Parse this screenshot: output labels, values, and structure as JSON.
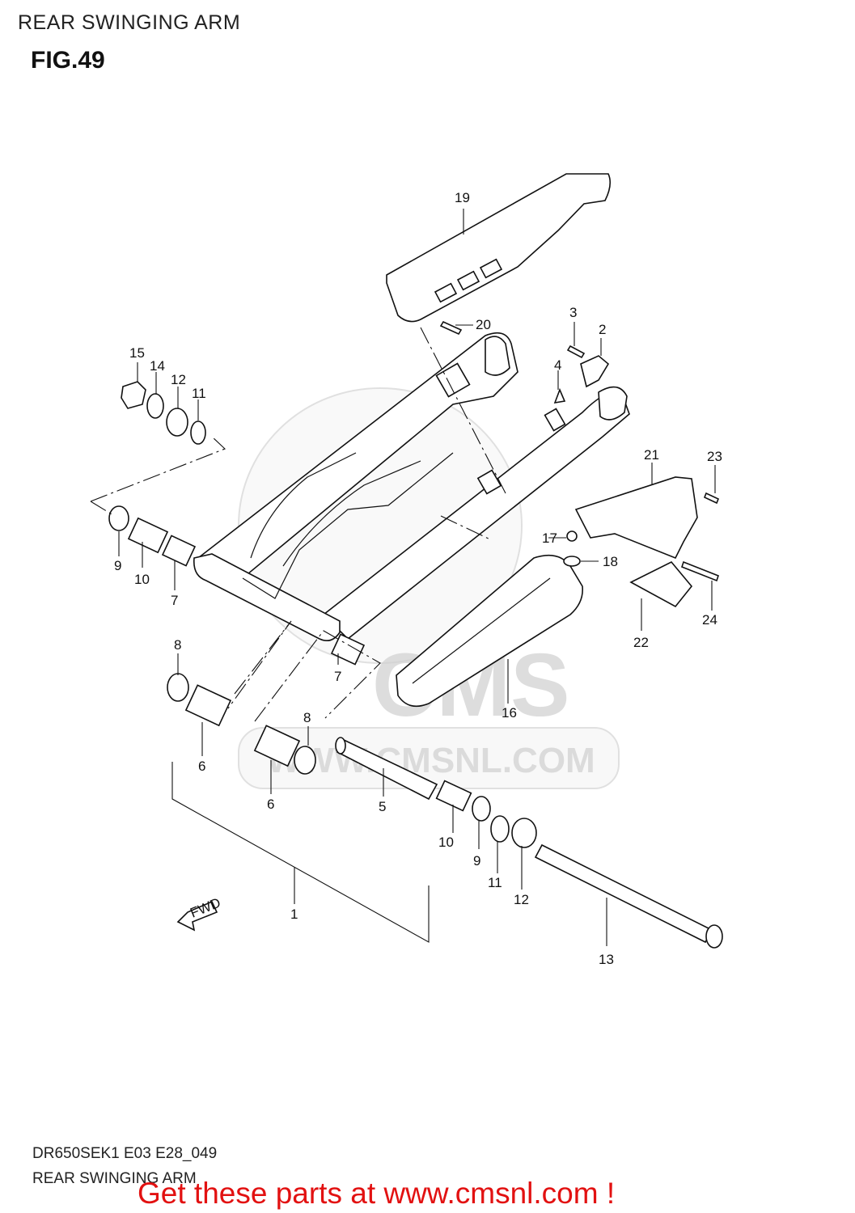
{
  "header": {
    "title": "REAR SWINGING ARM",
    "figure": "FIG.49"
  },
  "callouts": {
    "c1": "1",
    "c2": "2",
    "c3": "3",
    "c4": "4",
    "c5": "5",
    "c6a": "6",
    "c6b": "6",
    "c7a": "7",
    "c7b": "7",
    "c8a": "8",
    "c8b": "8",
    "c9a": "9",
    "c9b": "9",
    "c10a": "10",
    "c10b": "10",
    "c11a": "11",
    "c11b": "11",
    "c12a": "12",
    "c12b": "12",
    "c13": "13",
    "c14": "14",
    "c15": "15",
    "c16": "16",
    "c17": "17",
    "c18": "18",
    "c19": "19",
    "c20": "20",
    "c21": "21",
    "c22": "22",
    "c23": "23",
    "c24": "24"
  },
  "watermark": {
    "brand": "CMS",
    "url": "WWW.CMSNL.COM"
  },
  "fwd_label": "FWD",
  "footer": {
    "code": "DR650SEK1 E03 E28_049",
    "caption": "REAR SWINGING ARM",
    "promo": "Get these parts at www.cmsnl.com !"
  },
  "colors": {
    "promo": "#e21111",
    "lines": "#111111",
    "watermark": "#d0d0d0"
  }
}
